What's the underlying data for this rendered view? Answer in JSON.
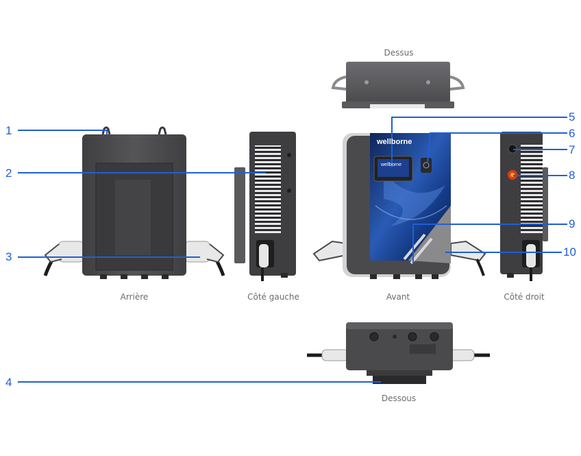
{
  "views": {
    "top": "Dessus",
    "rear": "Arrière",
    "left_side": "Côté gauche",
    "front": "Avant",
    "right_side": "Côté droit",
    "bottom": "Dessous"
  },
  "brand": {
    "logo": "wellborne",
    "screen_logo": "wellborne"
  },
  "callouts": [
    "1",
    "2",
    "3",
    "4",
    "5",
    "6",
    "7",
    "8",
    "9",
    "10"
  ],
  "colors": {
    "callout": "#1f5fd6",
    "body": "#4a4a4c",
    "body_dark": "#3a3a3c",
    "panel_blue": "#1b3f86",
    "emergency": "#e23a1b"
  }
}
